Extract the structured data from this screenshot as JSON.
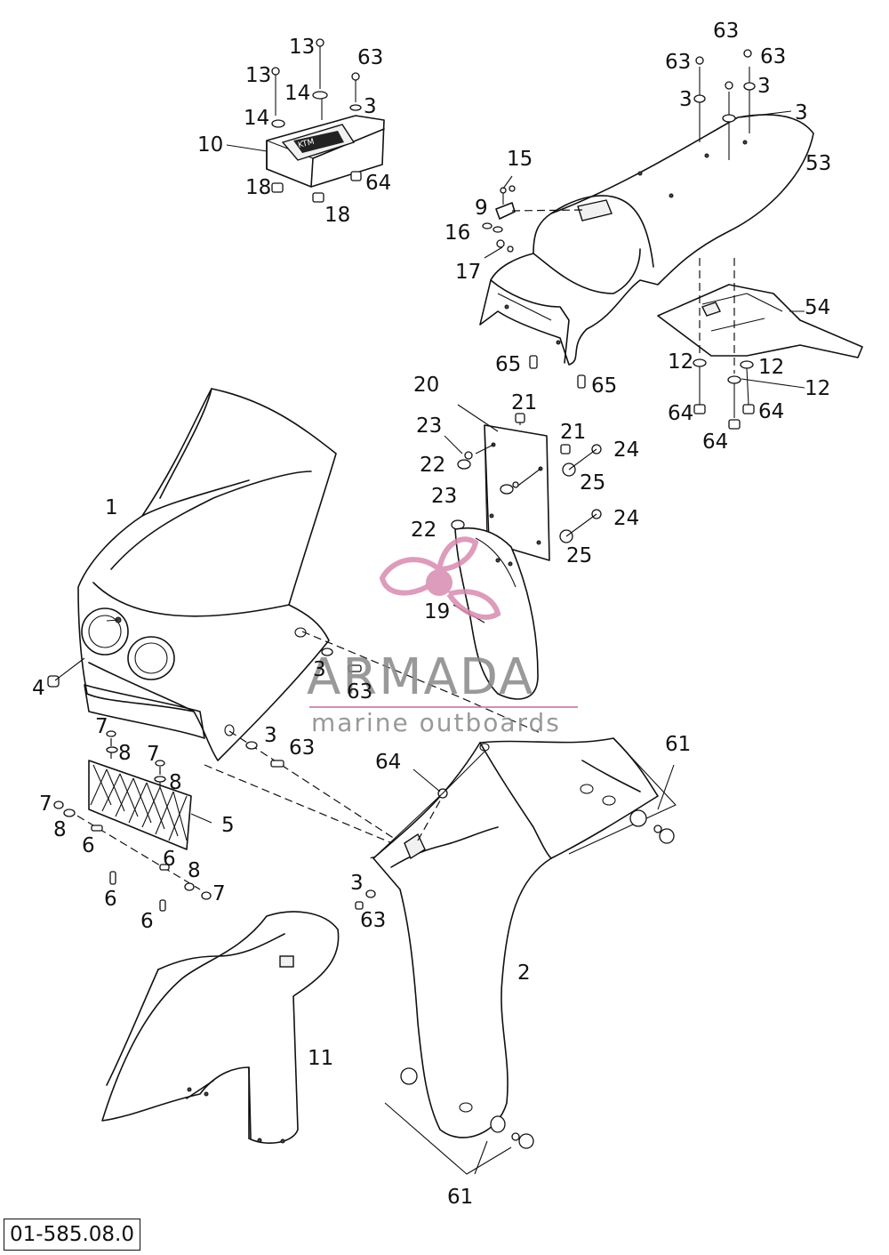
{
  "diagram": {
    "reference_number": "01-585.08.0",
    "watermark": {
      "brand": "ARMADA",
      "tagline": "marine outboards"
    },
    "callouts": {
      "c13a": "13",
      "c63a": "63",
      "c13b": "13",
      "c14a": "14",
      "c3a": "3",
      "c14b": "14",
      "c10": "10",
      "c18a": "18",
      "c64a": "64",
      "c18b": "18",
      "c63b": "63",
      "c63c": "63",
      "c63d": "63",
      "c3b": "3",
      "c3c": "3",
      "c3d": "3",
      "c53": "53",
      "c15": "15",
      "c9": "9",
      "c16": "16",
      "c17": "17",
      "c65a": "65",
      "c65b": "65",
      "c54": "54",
      "c12a": "12",
      "c12b": "12",
      "c12c": "12",
      "c64b": "64",
      "c64c": "64",
      "c64d": "64",
      "c20": "20",
      "c21a": "21",
      "c21b": "21",
      "c23a": "23",
      "c24a": "24",
      "c22a": "22",
      "c25a": "25",
      "c23b": "23",
      "c24b": "24",
      "c22b": "22",
      "c25b": "25",
      "c19": "19",
      "c1": "1",
      "c4": "4",
      "c3e": "3",
      "c63e": "63",
      "c7a": "7",
      "c8a": "8",
      "c7b": "7",
      "c8b": "8",
      "c3f": "3",
      "c63f": "63",
      "c7c": "7",
      "c8c": "8",
      "c5": "5",
      "c6a": "6",
      "c6b": "6",
      "c8d": "8",
      "c6c": "6",
      "c7d": "7",
      "c6d": "6",
      "c64e": "64",
      "c61a": "61",
      "c3g": "3",
      "c63g": "63",
      "c2": "2",
      "c11": "11",
      "c61b": "61"
    }
  }
}
